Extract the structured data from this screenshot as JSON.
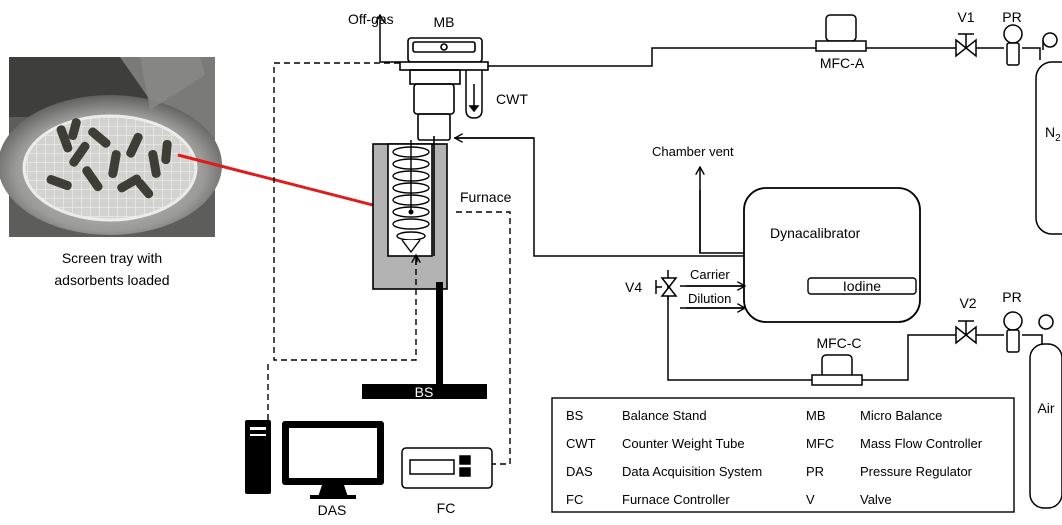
{
  "labels": {
    "off_gas": "Off-gas",
    "mb": "MB",
    "cwt": "CWT",
    "mfc_a": "MFC-A",
    "v1": "V1",
    "pr_top": "PR",
    "n2": "N",
    "n2_sub": "2",
    "chamber_vent": "Chamber vent",
    "furnace": "Furnace",
    "dynacalibrator": "Dynacalibrator",
    "iodine": "Iodine",
    "carrier": "Carrier",
    "dilution": "Dilution",
    "v4": "V4",
    "mfc_c": "MFC-C",
    "v2": "V2",
    "pr_bottom": "PR",
    "air": "Air",
    "bs": "BS",
    "das": "DAS",
    "fc": "FC",
    "photo_caption_line1": "Screen tray with",
    "photo_caption_line2": "adsorbents loaded"
  },
  "legend": [
    {
      "abbr": "BS",
      "term": "Balance Stand",
      "abbr2": "MB",
      "term2": "Micro Balance"
    },
    {
      "abbr": "CWT",
      "term": "Counter Weight Tube",
      "abbr2": "MFC",
      "term2": "Mass Flow Controller"
    },
    {
      "abbr": "DAS",
      "term": "Data Acquisition System",
      "abbr2": "PR",
      "term2": "Pressure Regulator"
    },
    {
      "abbr": "FC",
      "term": "Furnace Controller",
      "abbr2": "V",
      "term2": "Valve"
    }
  ],
  "colors": {
    "pointer_arrow": "#e01b1b",
    "furnace_fill": "#b3b3b3",
    "line": "#000000"
  }
}
